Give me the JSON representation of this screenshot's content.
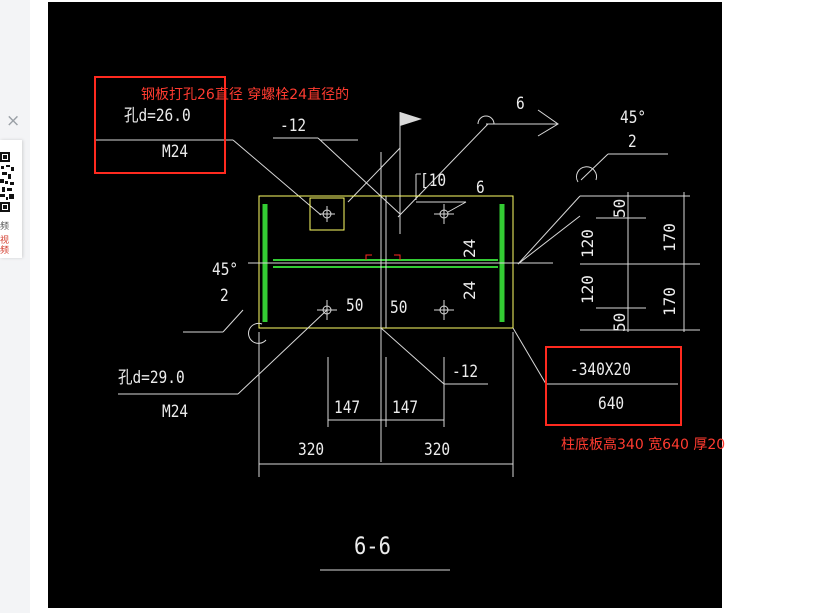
{
  "sidebar": {
    "close_glyph": "×",
    "label_1": "频",
    "label_2": "视频"
  },
  "drawing": {
    "hole_top": "孔d=26.0",
    "bolt_top": "M24",
    "plate_thk_top": "-12",
    "weld_size": "6",
    "angle_top": "45°",
    "angle_top_num": "2",
    "channel": "[10",
    "weld_6b": "6",
    "weld_24a": "24",
    "weld_24b": "24",
    "angle_left": "45°",
    "angle_left_num": "2",
    "dim_50a": "50",
    "dim_50b": "50",
    "hole_bottom": "孔d=29.0",
    "bolt_bottom": "M24",
    "plate_thk_bottom": "-12",
    "dim_147a": "147",
    "dim_147b": "147",
    "dim_320a": "320",
    "dim_320b": "320",
    "base_plate": "-340X20",
    "base_plate_len": "640",
    "right_50a": "50",
    "right_120a": "120",
    "right_120b": "120",
    "right_50b": "50",
    "right_170a": "170",
    "right_170b": "170",
    "section_title": "6-6"
  },
  "annotations": {
    "top_note": "钢板打孔26直径  穿螺栓24直径的",
    "bottom_note": "柱底板高340 宽640 厚20"
  },
  "colors": {
    "background": "#000000",
    "line": "#d9d9d9",
    "plate": "#ffff66",
    "weld": "#33cc33",
    "annotation": "#ff2a1f"
  }
}
